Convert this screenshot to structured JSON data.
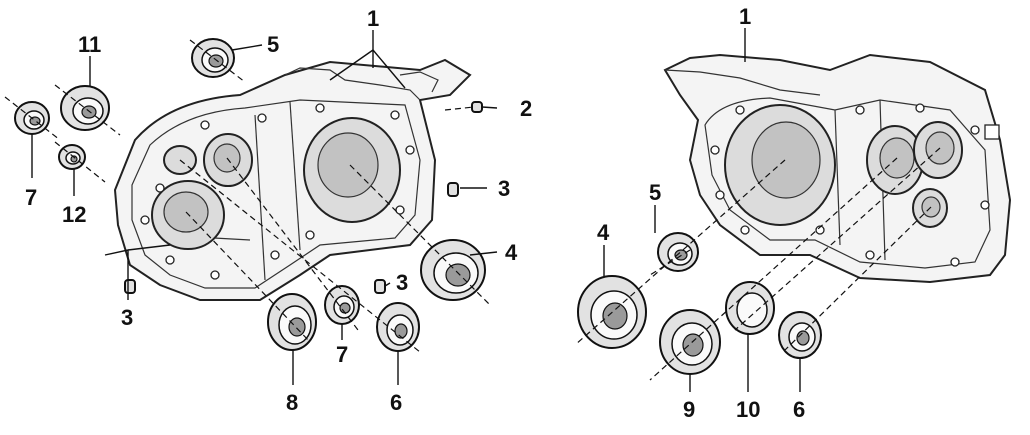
{
  "labels": {
    "left_1": "1",
    "left_2": "2",
    "left_3a": "3",
    "left_3b": "3",
    "left_3c": "3",
    "left_4": "4",
    "left_5": "5",
    "left_6": "6",
    "left_7a": "7",
    "left_7b": "7",
    "left_8": "8",
    "left_11": "11",
    "left_12": "12",
    "right_1": "1",
    "right_4": "4",
    "right_5": "5",
    "right_6": "6",
    "right_9": "9",
    "right_10": "10"
  }
}
